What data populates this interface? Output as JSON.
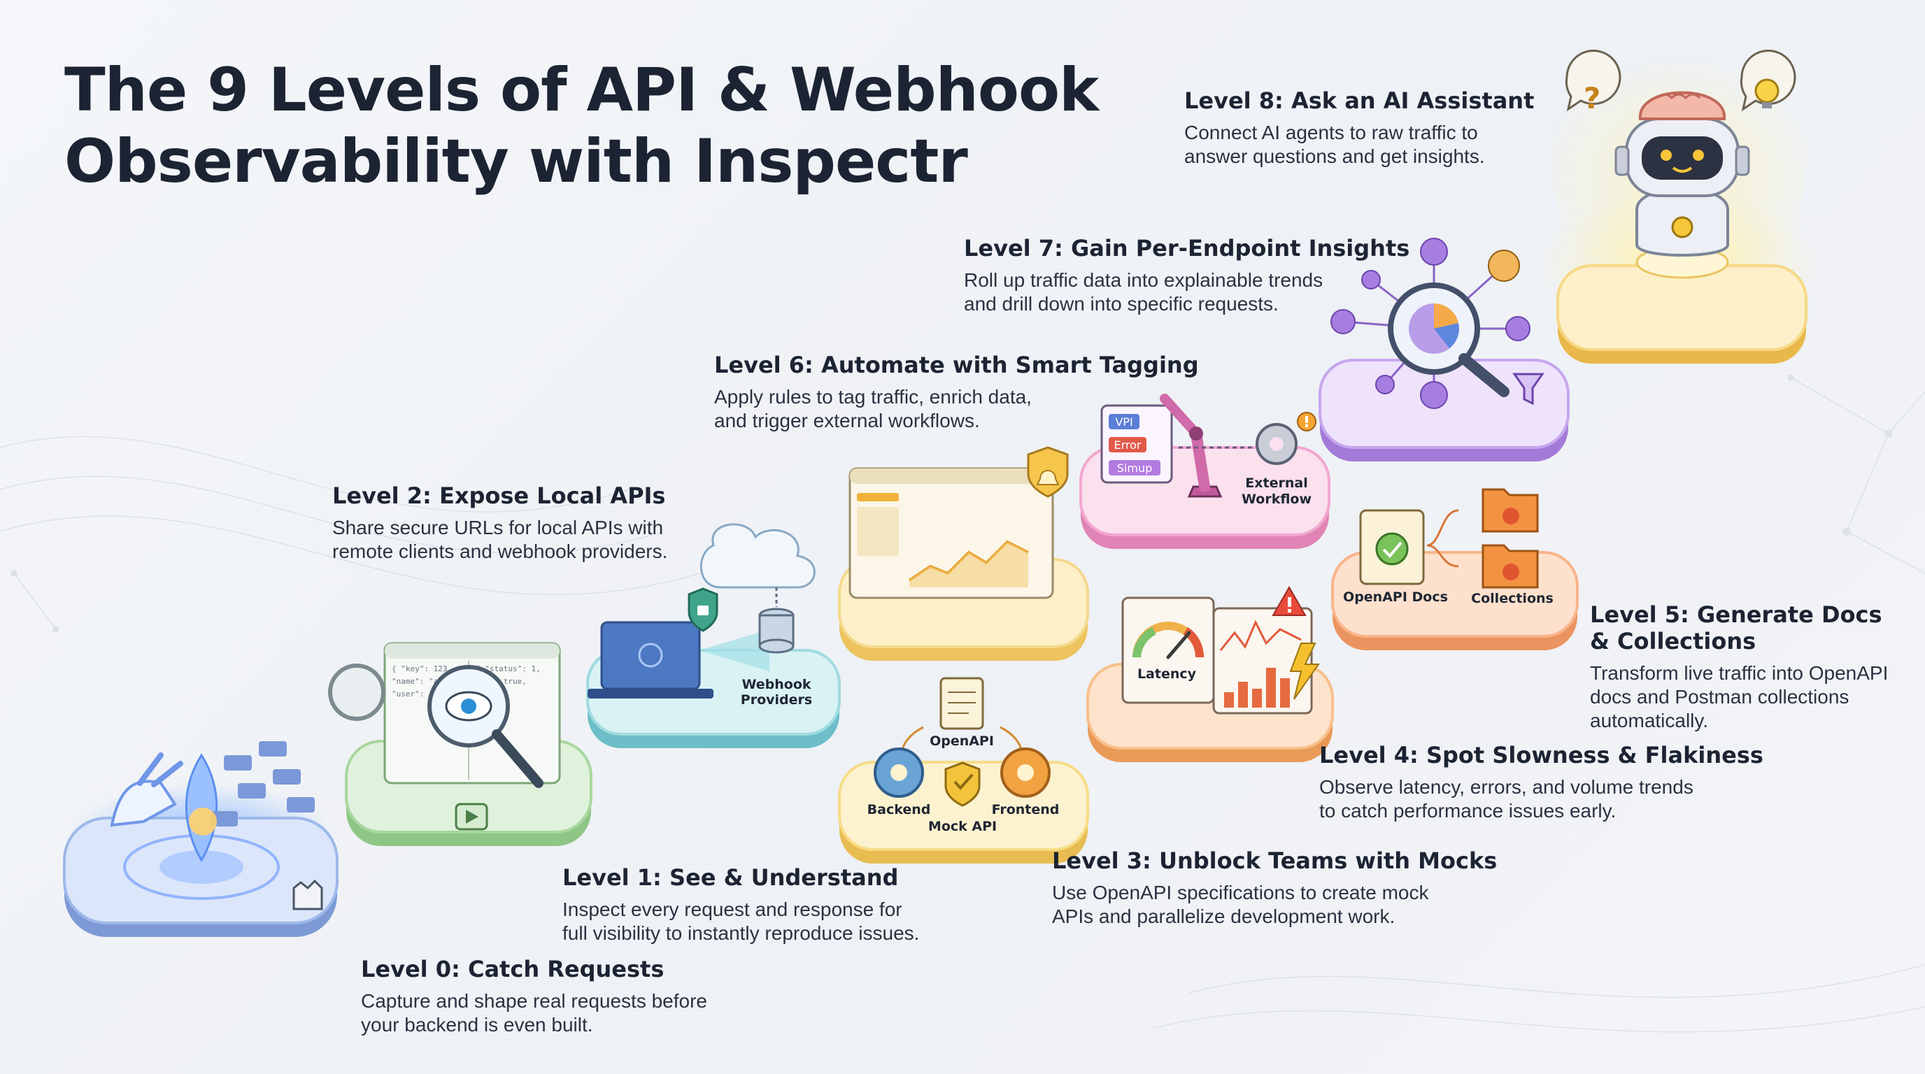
{
  "title": {
    "line1": "The 9 Levels of API & Webhook",
    "line2": "Observability with Inspectr"
  },
  "levels": [
    {
      "heading": "Level 0: Catch Requests",
      "line1": "Capture and shape real requests before",
      "line2": "your backend is even built."
    },
    {
      "heading": "Level 1: See & Understand",
      "line1": "Inspect every request and response for",
      "line2": "full visibility to instantly reproduce issues."
    },
    {
      "heading": "Level 2: Expose Local APIs",
      "line1": "Share secure URLs for local APIs with",
      "line2": "remote clients and webhook providers."
    },
    {
      "heading": "Level 3: Unblock Teams with Mocks",
      "line1": "Use OpenAPI specifications to create mock",
      "line2": "APIs and parallelize development work."
    },
    {
      "heading": "Level 4: Spot Slowness & Flakiness",
      "line1": "Observe latency, errors, and volume trends",
      "line2": "to catch performance issues early."
    },
    {
      "heading_line1": "Level 5: Generate Docs",
      "heading_line2": "& Collections",
      "line1": "Transform live traffic into OpenAPI",
      "line2": "docs and Postman collections",
      "line3": "automatically."
    },
    {
      "heading": "Level 6: Automate with Smart Tagging",
      "line1": "Apply rules to tag traffic, enrich data,",
      "line2": "and trigger external workflows."
    },
    {
      "heading": "Level 7: Gain Per-Endpoint Insights",
      "line1": "Roll up traffic data into explainable trends",
      "line2": "and drill down into specific requests."
    },
    {
      "heading": "Level 8: Ask an AI Assistant",
      "line1": "Connect AI agents to raw traffic to",
      "line2": "answer questions and get insights."
    }
  ],
  "illustration_labels": {
    "webhook_providers_1": "Webhook",
    "webhook_providers_2": "Providers",
    "openapi": "OpenAPI",
    "backend": "Backend",
    "frontend": "Frontend",
    "mock_api": "Mock API",
    "latency": "Latency",
    "openapi_docs": "OpenAPI Docs",
    "collections": "Collections",
    "tag_vpi": "VPI",
    "tag_error": "Error",
    "tag_simup": "Simup",
    "external_workflow_1": "External",
    "external_workflow_2": "Workflow"
  },
  "colors": {
    "level0": "#9db8ea",
    "level1": "#b9e3b1",
    "level2": "#9fdbe0",
    "level3": "#f7dc86",
    "level4": "#f9bf8a",
    "level5": "#f8b489",
    "level6": "#f9dd8e",
    "level7": "#f2a7cf",
    "level7_hub": "#c7a6ee",
    "level8": "#f7d884"
  }
}
